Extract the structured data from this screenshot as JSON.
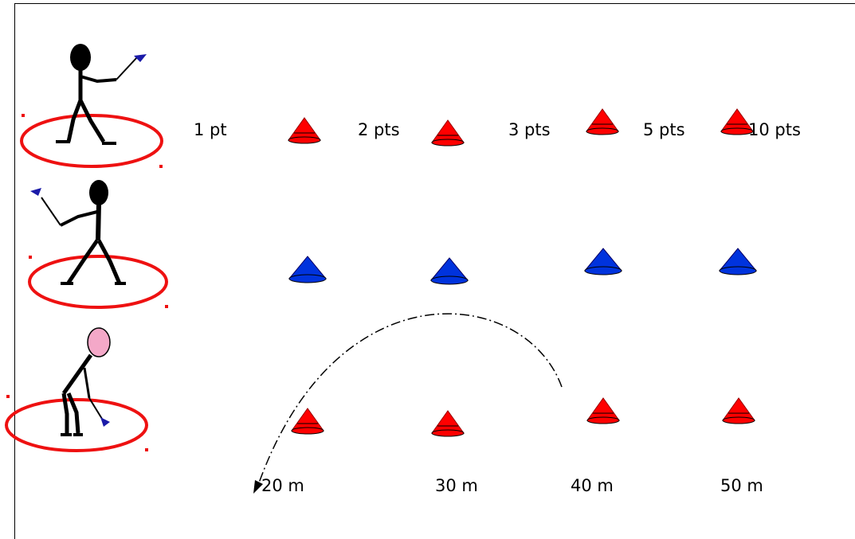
{
  "points": [
    "1 pt",
    "2 pts",
    "3 pts",
    "5 pts",
    "10 pts"
  ],
  "distances": [
    "20 m",
    "30 m",
    "40 m",
    "50 m"
  ],
  "colors": {
    "red_cone": "#ff0000",
    "blue_cone": "#0033dd",
    "circle": "#ee1111",
    "head_pink": "#f4a8c8",
    "dart_blue": "#1a1aa8"
  },
  "icons": [
    "stick-figure",
    "red-cone",
    "blue-cone",
    "throw-arc",
    "dart"
  ]
}
